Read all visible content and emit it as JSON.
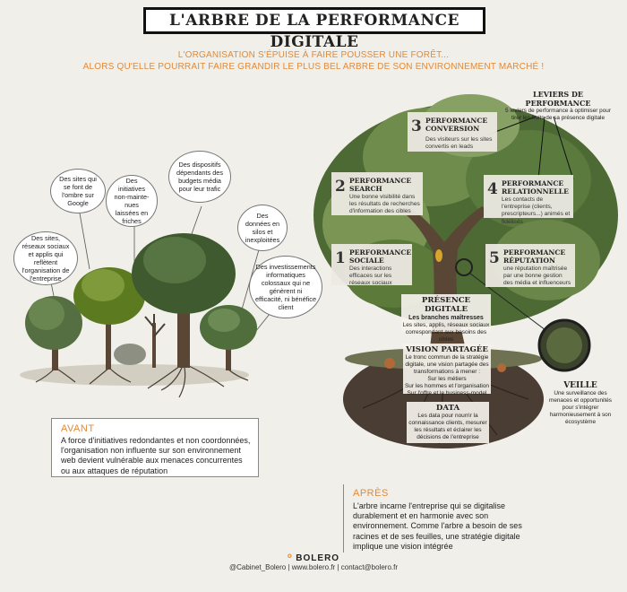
{
  "title": "L'ARBRE DE LA PERFORMANCE DIGITALE",
  "subtitle_line1": "L'ORGANISATION S'ÉPUISE À FAIRE POUSSER UNE FORÊT...",
  "subtitle_line2": "ALORS QU'ELLE POURRAIT FAIRE GRANDIR LE PLUS BEL ARBRE DE SON ENVIRONNEMENT MARCHÉ !",
  "forest_bubbles": [
    "Des sites qui se font de l'ombre sur Google",
    "Des initiatives non-mainte-nues laissées en friches",
    "Des dispositifs dépendants des budgets média pour leur trafic",
    "Des sites, réseaux sociaux et applis qui reflètent l'organisation de l'entreprise",
    "Des données en silos et inexploitées",
    "Des investissements informatiques colossaux qui ne génèrent ni efficacité, ni bénéfice client"
  ],
  "levers": {
    "title": "LEVIERS DE PERFORMANCE",
    "text": "5 leviers de performance à optimiser pour tirer les fruits de sa présence digitale"
  },
  "performance": [
    {
      "num": "3",
      "title": "PERFORMANCE CONVERSION",
      "text": "Des visiteurs sur les sites convertis en leads"
    },
    {
      "num": "2",
      "title": "PERFORMANCE SEARCH",
      "text": "Une bonne visibilité dans les résultats de recherches d'information des cibles"
    },
    {
      "num": "4",
      "title": "PERFORMANCE RELATIONNELLE",
      "text": "Les contacts de l'entreprise (clients, prescripteurs...) animés et fidélisés"
    },
    {
      "num": "1",
      "title": "PERFORMANCE SOCIALE",
      "text": "Des interactions efficaces sur les réseaux sociaux"
    },
    {
      "num": "5",
      "title": "PERFORMANCE RÉPUTATION",
      "text": "une réputation maîtrisée par une bonne gestion des média et influenceurs"
    }
  ],
  "presence": {
    "title": "PRÉSENCE DIGITALE",
    "sub": "Les branches maîtresses",
    "text": "Les sites, applis, réseaux sociaux correspondant aux besoins des cibles"
  },
  "vision": {
    "title": "VISION PARTAGÉE",
    "text1": "Le tronc commun de la stratégie digitale, une vision partagée des transformations à mener :",
    "text2": "Sur les métiers",
    "text3": "Sur les hommes et l'organisation",
    "text4": "Sur l'offre et le business-model"
  },
  "data_block": {
    "title": "DATA",
    "text": "Les data pour nourrir la connaissance clients, mesurer les résultats et éclairer les décisions de l'entreprise"
  },
  "veille": {
    "title": "VEILLE",
    "text": "Une surveillance des menaces et opportunités pour s'intégrer harmonieusement à son écosystème"
  },
  "avant": {
    "label": "AVANT",
    "text": "A force d'initiatives redondantes et non coordonnées, l'organisation non influente sur son environnement web devient vulnérable aux menaces concurrentes ou aux attaques de réputation"
  },
  "apres": {
    "label": "APRÈS",
    "text": "L'arbre incarne l'entreprise qui se digitalise durablement et en harmonie avec son environnement. Comme l'arbre a besoin de ses racines et de ses feuilles, une stratégie digitale implique une vision intégrée"
  },
  "brand": "BOLERO",
  "footer": "@Cabinet_Bolero | www.bolero.fr | contact@bolero.fr",
  "colors": {
    "accent": "#e08a3a",
    "foliage": "#5f7a3a",
    "trunk": "#5a4634",
    "soil": "#4a3d34"
  }
}
